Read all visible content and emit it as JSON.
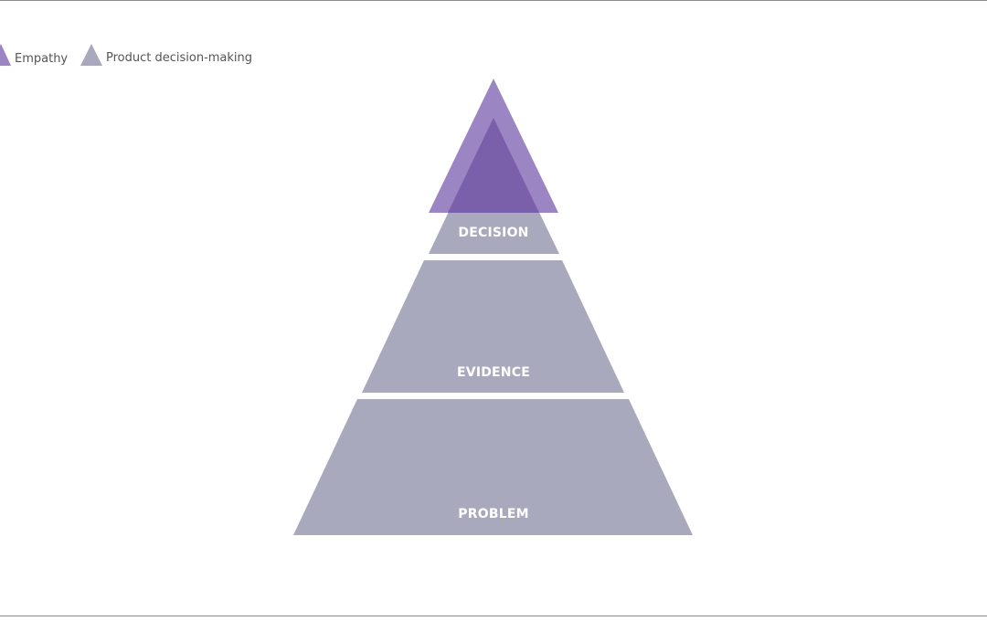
{
  "legend": {
    "items": [
      {
        "label": "Empathy",
        "color": "#9b85c2",
        "icon": "triangle-icon"
      },
      {
        "label": "Product decision-making",
        "color": "#a9a9bd",
        "icon": "triangle-icon"
      }
    ]
  },
  "pyramid": {
    "tiers": [
      {
        "label": "DECISION"
      },
      {
        "label": "EVIDENCE"
      },
      {
        "label": "PROBLEM"
      }
    ],
    "colors": {
      "tier": "#a9a9bd",
      "empathy_overlay": "#9b85c2",
      "overlap": "#7a5faa"
    }
  }
}
